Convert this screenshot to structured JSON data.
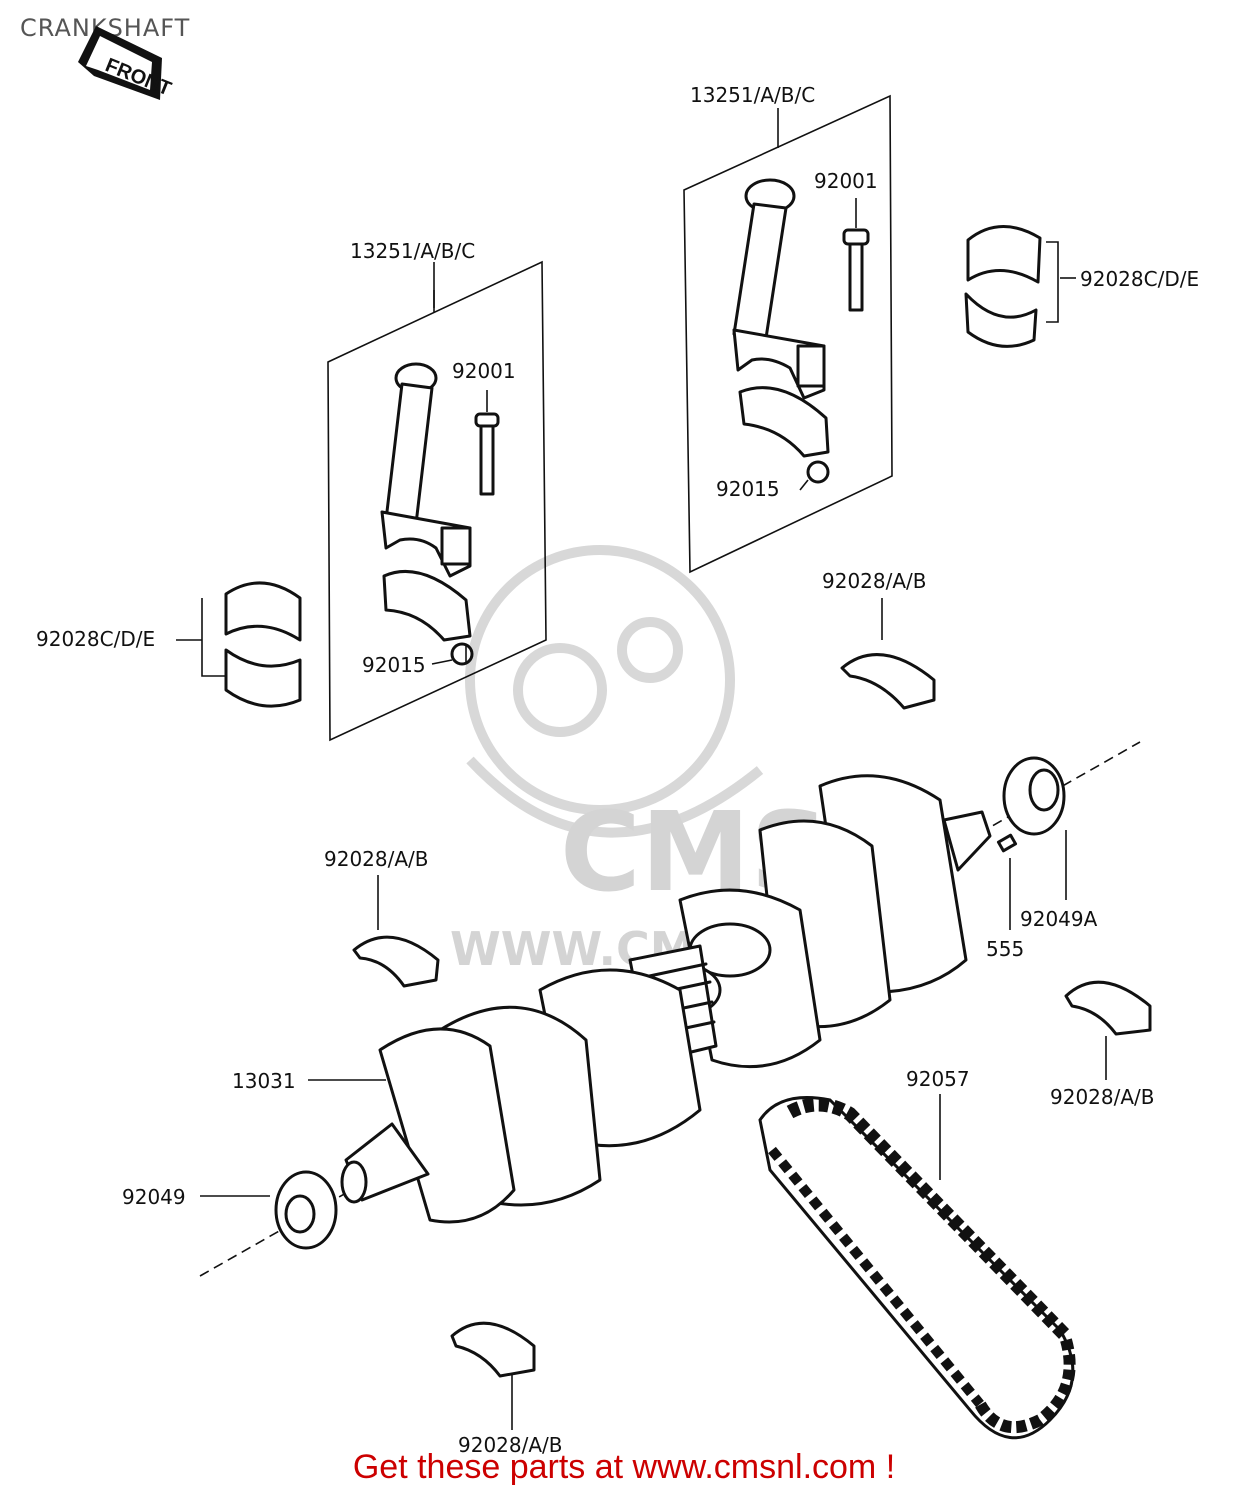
{
  "page": {
    "title": "CRANKSHAFT",
    "footer": "Get these parts at www.cmsnl.com !"
  },
  "watermark": {
    "brand": "CMS",
    "url": "WWW.CMSNL.COM"
  },
  "orientation": {
    "label": "FRONT"
  },
  "parts": {
    "rod_set_left": "13251/A/B/C",
    "bolt_left": "92001",
    "nut_left": "92015",
    "bearing_big_end_left": "92028C/D/E",
    "rod_set_right": "13251/A/B/C",
    "bolt_right": "92001",
    "nut_right": "92015",
    "bearing_big_end_right": "92028C/D/E",
    "bearing_main_upper": "92028/A/B",
    "bearing_main_mid": "92028/A/B",
    "bearing_main_right": "92028/A/B",
    "bearing_main_bottom": "92028/A/B",
    "seal_right": "92049A",
    "key": "555",
    "crankshaft": "13031",
    "seal_left": "92049",
    "chain": "92057"
  }
}
